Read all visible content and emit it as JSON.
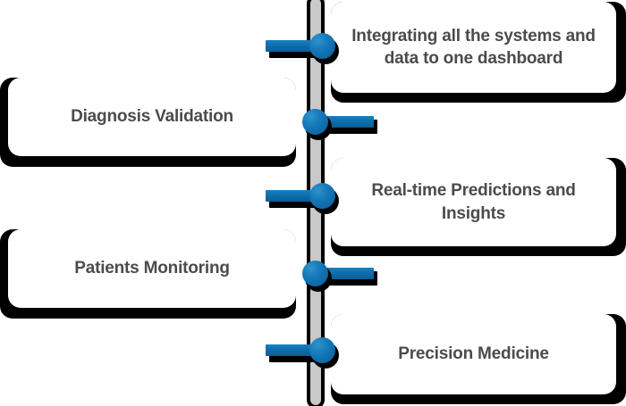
{
  "diagram": {
    "type": "vertical-timeline",
    "rail": {
      "name": "central-vertical-rail",
      "fill_color": "#c9c9c9",
      "border_color": "#000000"
    },
    "node_color_light": "#2f93cc",
    "node_color_dark": "#0a5d97",
    "connector_color": "#0d6ba8",
    "card_background": "#ffffff",
    "card_shadow_color": "#000000",
    "text_color": "#4b4b4b",
    "nodes": [
      {
        "index": 1,
        "side": "left",
        "connects_to": "right-card-1"
      },
      {
        "index": 2,
        "side": "right",
        "connects_to": "left-card-1"
      },
      {
        "index": 3,
        "side": "left",
        "connects_to": "right-card-2"
      },
      {
        "index": 4,
        "side": "right",
        "connects_to": "left-card-2"
      },
      {
        "index": 5,
        "side": "left",
        "connects_to": "right-card-3"
      }
    ],
    "left_cards": [
      {
        "label": "Diagnosis Validation"
      },
      {
        "label": "Patients Monitoring"
      }
    ],
    "right_cards": [
      {
        "label": "Integrating all the systems and data to one dashboard"
      },
      {
        "label": "Real-time Predictions and Insights"
      },
      {
        "label": "Precision Medicine"
      }
    ]
  }
}
